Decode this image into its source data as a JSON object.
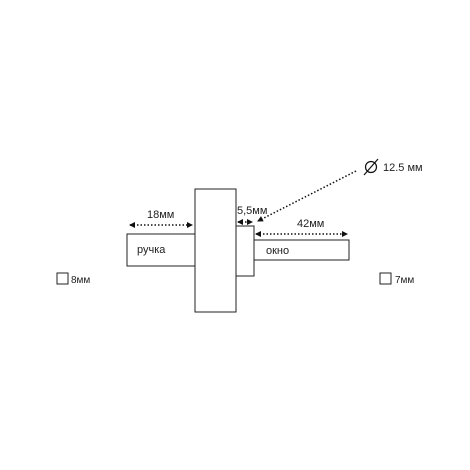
{
  "diagram": {
    "handle_label": "ручка",
    "window_label": "окно",
    "handle_length": "18мм",
    "collar_thickness": "5,5мм",
    "spindle_length": "42мм",
    "diameter_label": "12.5 мм",
    "diameter_symbol": "∅",
    "left_square_label": "8мм",
    "right_square_label": "7мм"
  }
}
